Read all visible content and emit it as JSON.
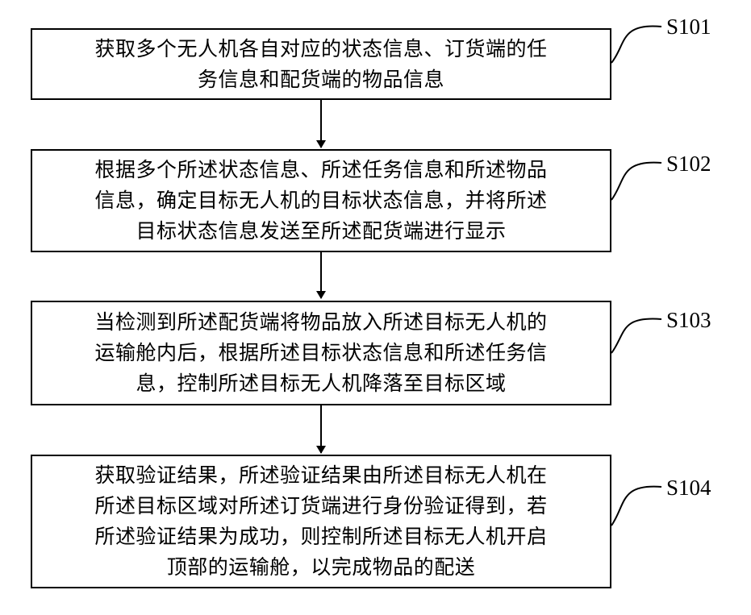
{
  "steps": [
    {
      "id": "S101",
      "lines": [
        "获取多个无人机各自对应的状态信息、订货端的任",
        "务信息和配货端的物品信息"
      ]
    },
    {
      "id": "S102",
      "lines": [
        "根据多个所述状态信息、所述任务信息和所述物品",
        "信息，确定目标无人机的目标状态信息，并将所述",
        "目标状态信息发送至所述配货端进行显示"
      ]
    },
    {
      "id": "S103",
      "lines": [
        "当检测到所述配货端将物品放入所述目标无人机的",
        "运输舱内后，根据所述目标状态信息和所述任务信",
        "息，控制所述目标无人机降落至目标区域"
      ]
    },
    {
      "id": "S104",
      "lines": [
        "获取验证结果，所述验证结果由所述目标无人机在",
        "所述目标区域对所述订货端进行身份验证得到，若",
        "所述验证结果为成功，则控制所述目标无人机开启",
        "顶部的运输舱，以完成物品的配送"
      ]
    }
  ]
}
